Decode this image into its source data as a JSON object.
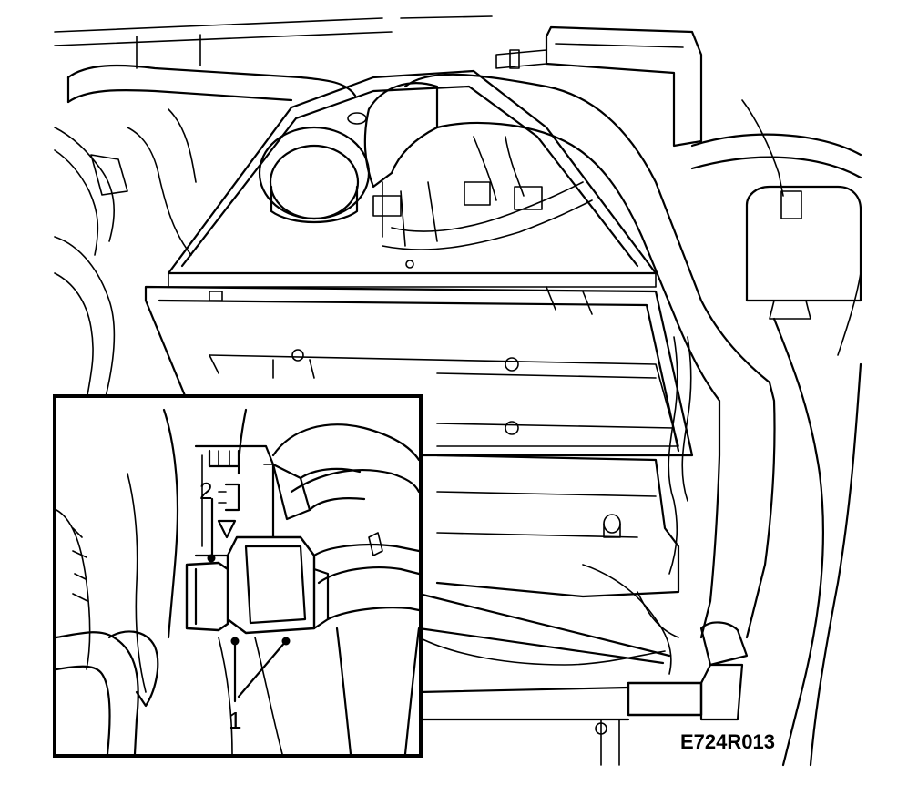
{
  "figure": {
    "code": "E724R013",
    "callouts": [
      {
        "id": "callout-1",
        "text": "1"
      },
      {
        "id": "callout-2",
        "text": "2"
      }
    ]
  }
}
